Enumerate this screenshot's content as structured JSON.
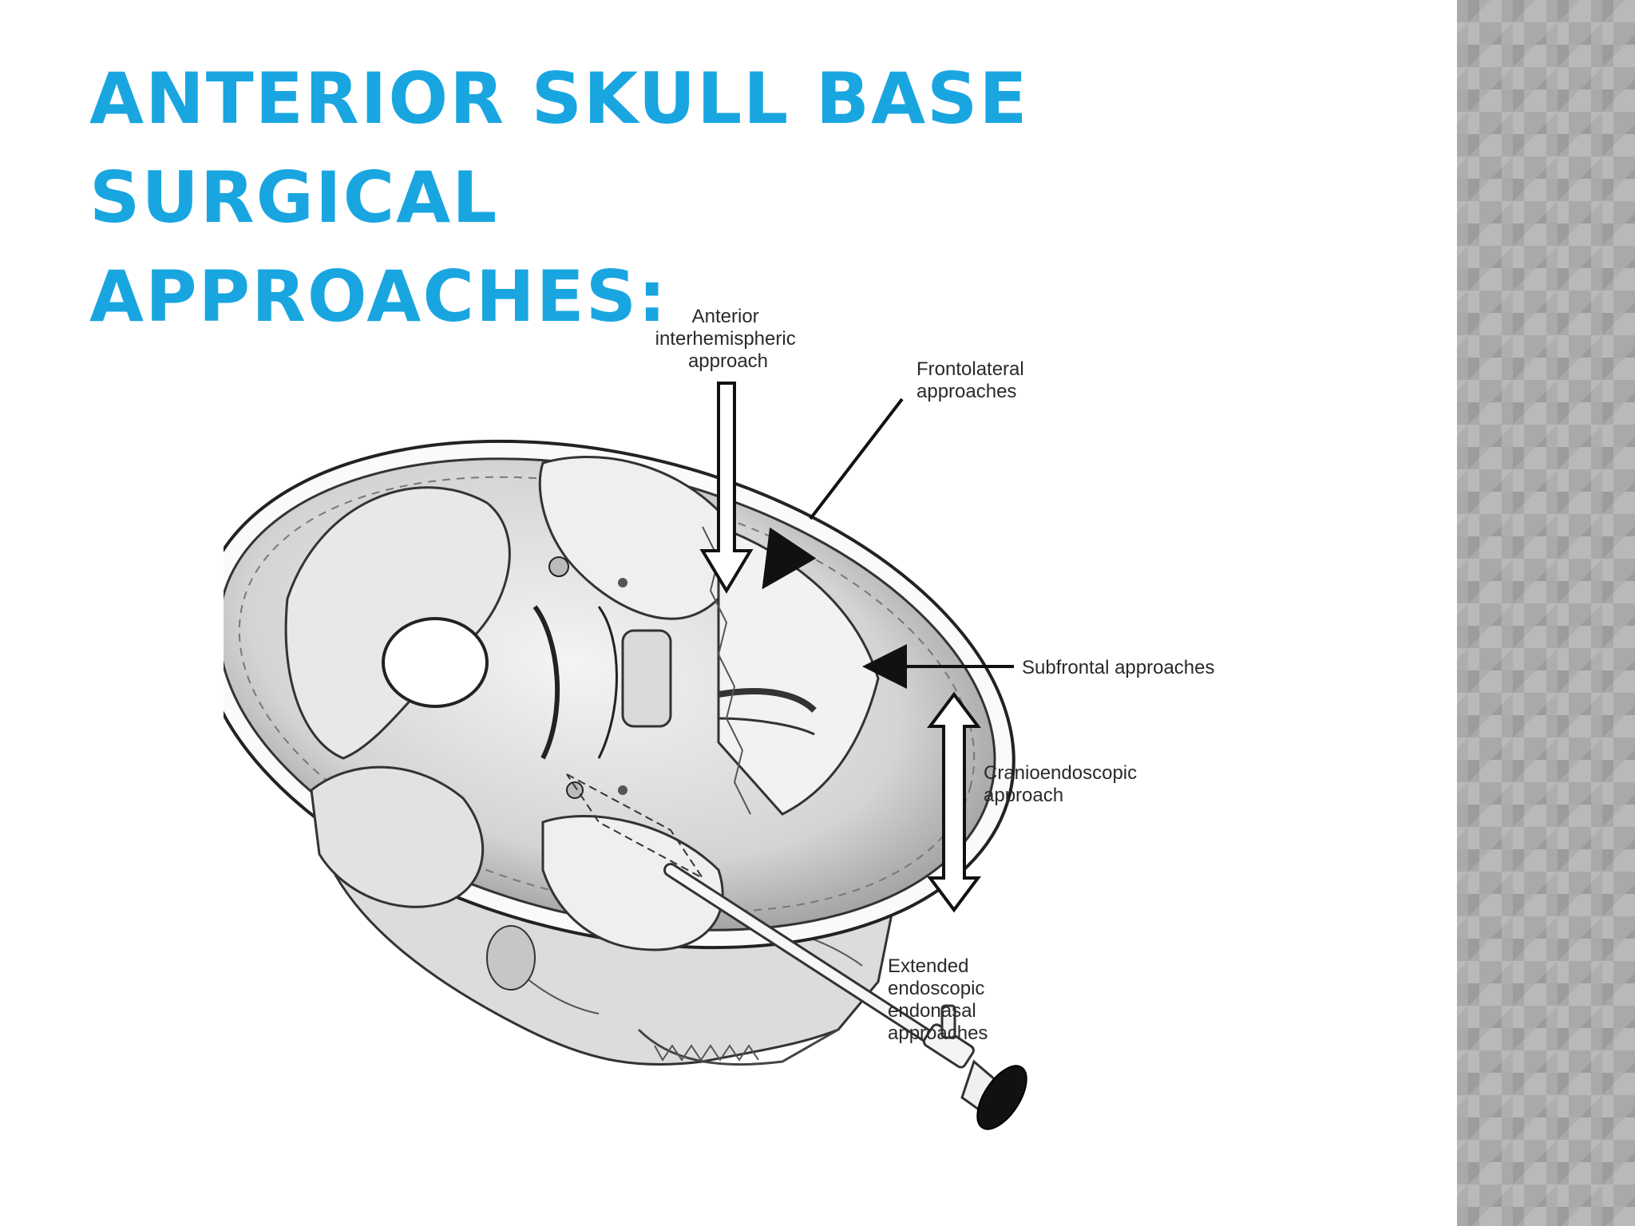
{
  "slide": {
    "title_line1": "ANTERIOR SKULL BASE SURGICAL",
    "title_line2": "APPROACHES:"
  },
  "figure": {
    "labels": {
      "anterior_interhemispheric": [
        "Anterior",
        "interhemispheric",
        "approach"
      ],
      "frontolateral": [
        "Frontolateral",
        "approaches"
      ],
      "subfrontal": [
        "Subfrontal approaches"
      ],
      "cranioendoscopic": [
        "Cranioendoscopic",
        "approach"
      ],
      "extended_endonasal": [
        "Extended",
        "endoscopic",
        "endonasal",
        "approaches"
      ]
    }
  },
  "colors": {
    "title": "#19a6e0",
    "band": "#a9a9ab",
    "ink": "#2a2a2a"
  }
}
